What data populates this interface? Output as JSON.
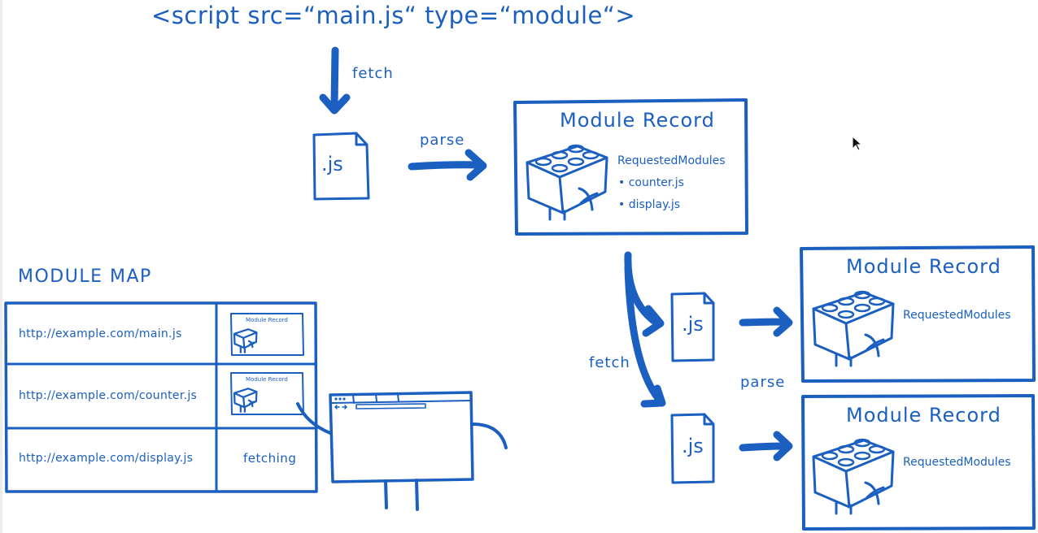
{
  "diagram": {
    "title_code": "<script src=“main.js“ type=“module“>",
    "colors": {
      "ink": "#1b5fc1",
      "background": "#ffffff"
    },
    "top_flow": {
      "fetch_label": "fetch",
      "file_label": ".js",
      "parse_label": "parse",
      "module_record": {
        "title": "Module Record",
        "requested_label": "RequestedModules",
        "requested_items": [
          "• counter.js",
          "• display.js"
        ]
      }
    },
    "module_map": {
      "heading": "MODULE MAP",
      "rows": [
        {
          "url": "http://example.com/main.js",
          "entry": "Module Record",
          "state": "module-record"
        },
        {
          "url": "http://example.com/counter.js",
          "entry": "Module Record",
          "state": "module-record"
        },
        {
          "url": "http://example.com/display.js",
          "entry": "fetching",
          "state": "fetching"
        }
      ]
    },
    "branch_flow": {
      "fetch_label": "fetch",
      "parse_label": "parse",
      "files": [
        ".js",
        ".js"
      ],
      "records": [
        {
          "title": "Module Record",
          "requested_label": "RequestedModules"
        },
        {
          "title": "Module Record",
          "requested_label": "RequestedModules"
        }
      ]
    },
    "browser_character": {
      "icon": "browser-window-icon",
      "nav_glyphs": "← →"
    }
  }
}
